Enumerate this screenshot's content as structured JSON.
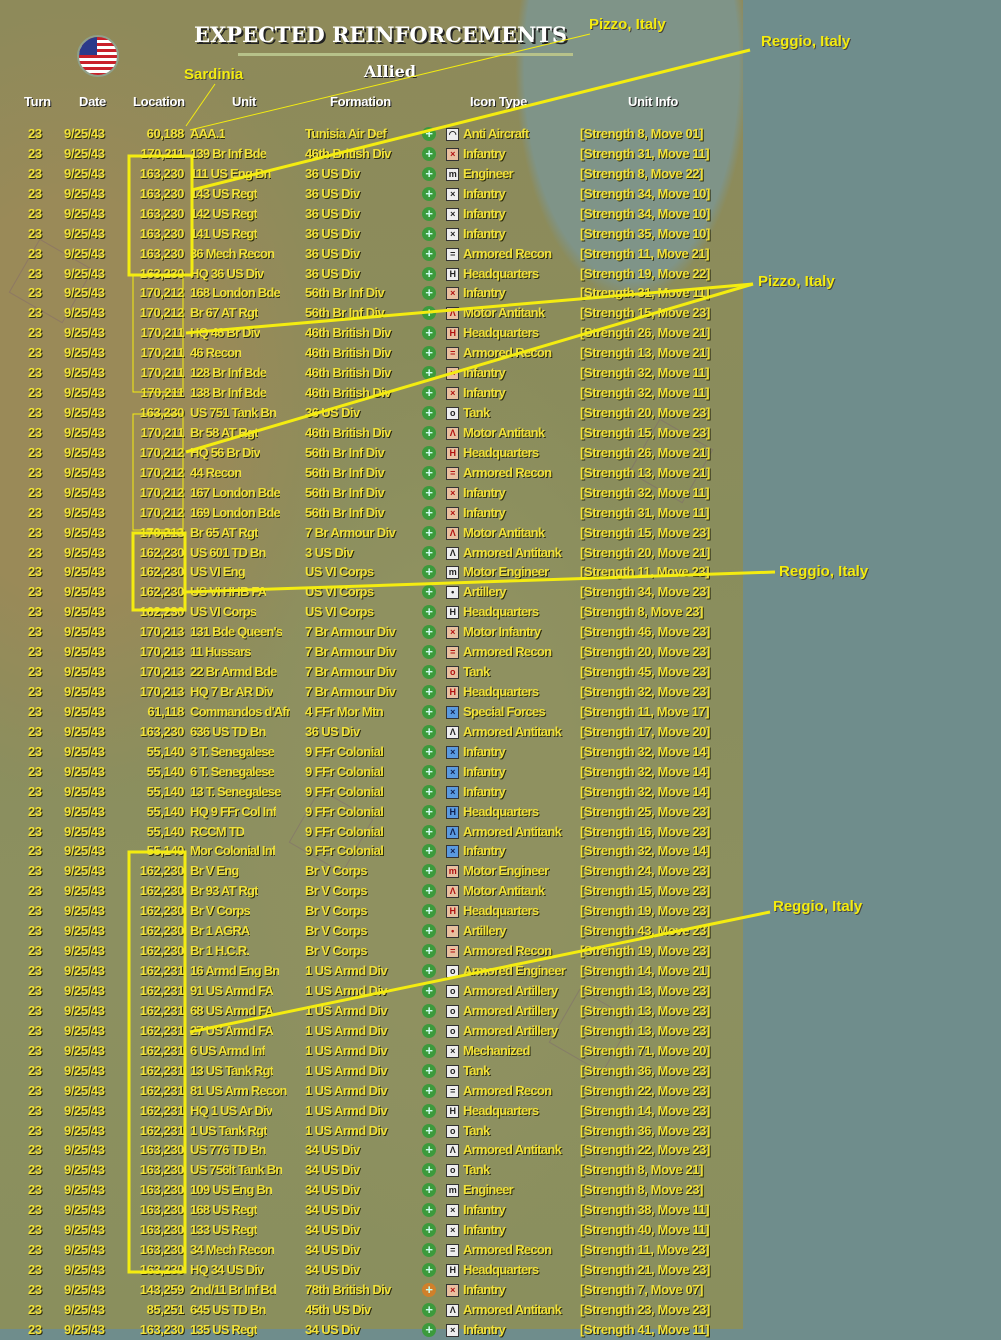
{
  "title": "EXPECTED REINFORCEMENTS",
  "side": "Allied",
  "flag_icon": "us-flag-icon",
  "colors": {
    "text": "#f2e23a",
    "annotation": "#f4ec10",
    "map": "#8c8e5c",
    "background": "#6f8d8c"
  },
  "headers": {
    "turn": "Turn",
    "date": "Date",
    "location": "Location",
    "unit": "Unit",
    "formation": "Formation",
    "icon_type": "Icon Type",
    "unit_info": "Unit Info"
  },
  "annotations": [
    "Pizzo, Italy",
    "Reggio, Italy",
    "Sardinia",
    "Pizzo, Italy",
    "Reggio, Italy",
    "Reggio, Italy"
  ],
  "rows": [
    [
      "23",
      "9/25/43",
      "60,188",
      "AAA.1",
      "Tunisia Air Def",
      "Anti Aircraft",
      "[Strength 8, Move 01]",
      "us"
    ],
    [
      "23",
      "9/25/43",
      "170,211",
      "139 Br Inf Bde",
      "46th British Div",
      "Infantry",
      "[Strength 31, Move 11]",
      "br"
    ],
    [
      "23",
      "9/25/43",
      "163,230",
      "111 US Eng Bn",
      "36 US Div",
      "Engineer",
      "[Strength 8, Move 22]",
      "us"
    ],
    [
      "23",
      "9/25/43",
      "163,230",
      "143 US Regt",
      "36 US Div",
      "Infantry",
      "[Strength 34, Move 10]",
      "us"
    ],
    [
      "23",
      "9/25/43",
      "163,230",
      "142 US Regt",
      "36 US Div",
      "Infantry",
      "[Strength 34, Move 10]",
      "us"
    ],
    [
      "23",
      "9/25/43",
      "163,230",
      "141 US Regt",
      "36 US Div",
      "Infantry",
      "[Strength 35, Move 10]",
      "us"
    ],
    [
      "23",
      "9/25/43",
      "163,230",
      "36 Mech Recon",
      "36 US Div",
      "Armored Recon",
      "[Strength 11, Move 21]",
      "us"
    ],
    [
      "23",
      "9/25/43",
      "163,230",
      "HQ 36 US Div",
      "36 US Div",
      "Headquarters",
      "[Strength 19, Move 22]",
      "us"
    ],
    [
      "23",
      "9/25/43",
      "170,212",
      "168 London Bde",
      "56th Br Inf Div",
      "Infantry",
      "[Strength 31, Move 11]",
      "br"
    ],
    [
      "23",
      "9/25/43",
      "170,212",
      "Br 67 AT Rgt",
      "56th Br Inf Div",
      "Motor Antitank",
      "[Strength 15, Move 23]",
      "br"
    ],
    [
      "23",
      "9/25/43",
      "170,211",
      "HQ 46 Br Div",
      "46th British Div",
      "Headquarters",
      "[Strength 26, Move 21]",
      "br"
    ],
    [
      "23",
      "9/25/43",
      "170,211",
      "46 Recon",
      "46th British Div",
      "Armored Recon",
      "[Strength 13, Move 21]",
      "br"
    ],
    [
      "23",
      "9/25/43",
      "170,211",
      "128 Br Inf Bde",
      "46th British Div",
      "Infantry",
      "[Strength 32, Move 11]",
      "br"
    ],
    [
      "23",
      "9/25/43",
      "170,211",
      "138 Br Inf Bde",
      "46th British Div",
      "Infantry",
      "[Strength 32, Move 11]",
      "br"
    ],
    [
      "23",
      "9/25/43",
      "163,230",
      "US 751 Tank Bn",
      "36 US Div",
      "Tank",
      "[Strength 20, Move 23]",
      "us"
    ],
    [
      "23",
      "9/25/43",
      "170,211",
      "Br 58 AT Rgt",
      "46th British Div",
      "Motor Antitank",
      "[Strength 15, Move 23]",
      "br"
    ],
    [
      "23",
      "9/25/43",
      "170,212",
      "HQ 56 Br Div",
      "56th Br Inf Div",
      "Headquarters",
      "[Strength 26, Move 21]",
      "br"
    ],
    [
      "23",
      "9/25/43",
      "170,212",
      "44 Recon",
      "56th Br Inf Div",
      "Armored Recon",
      "[Strength 13, Move 21]",
      "br"
    ],
    [
      "23",
      "9/25/43",
      "170,212",
      "167 London Bde",
      "56th Br Inf Div",
      "Infantry",
      "[Strength 32, Move 11]",
      "br"
    ],
    [
      "23",
      "9/25/43",
      "170,212",
      "169 London Bde",
      "56th Br Inf Div",
      "Infantry",
      "[Strength 31, Move 11]",
      "br"
    ],
    [
      "23",
      "9/25/43",
      "170,213",
      "Br 65 AT Rgt",
      "7 Br Armour Div",
      "Motor Antitank",
      "[Strength 15, Move 23]",
      "br"
    ],
    [
      "23",
      "9/25/43",
      "162,230",
      "US 601 TD Bn",
      "3 US Div",
      "Armored Antitank",
      "[Strength 20, Move 21]",
      "us"
    ],
    [
      "23",
      "9/25/43",
      "162,230",
      "US VI Eng",
      "US VI Corps",
      "Motor Engineer",
      "[Strength 11, Move 23]",
      "us"
    ],
    [
      "23",
      "9/25/43",
      "162,230",
      "US VI HHB FA",
      "US VI Corps",
      "Artillery",
      "[Strength 34, Move 23]",
      "us"
    ],
    [
      "23",
      "9/25/43",
      "162,230",
      "US VI Corps",
      "US VI Corps",
      "Headquarters",
      "[Strength 8, Move 23]",
      "us"
    ],
    [
      "23",
      "9/25/43",
      "170,213",
      "131 Bde Queen's",
      "7 Br Armour Div",
      "Motor Infantry",
      "[Strength 46, Move 23]",
      "br"
    ],
    [
      "23",
      "9/25/43",
      "170,213",
      "11 Hussars",
      "7 Br Armour Div",
      "Armored Recon",
      "[Strength 20, Move 23]",
      "br"
    ],
    [
      "23",
      "9/25/43",
      "170,213",
      "22 Br Armd Bde",
      "7 Br Armour Div",
      "Tank",
      "[Strength 45, Move 23]",
      "br"
    ],
    [
      "23",
      "9/25/43",
      "170,213",
      "HQ 7 Br AR Div",
      "7 Br Armour Div",
      "Headquarters",
      "[Strength 32, Move 23]",
      "br"
    ],
    [
      "23",
      "9/25/43",
      "61,118",
      "Commandos d'Afr",
      "4 FFr Mor Mtn",
      "Special Forces",
      "[Strength 11, Move 17]",
      "fr"
    ],
    [
      "23",
      "9/25/43",
      "163,230",
      "636 US TD Bn",
      "36 US Div",
      "Armored Antitank",
      "[Strength 17, Move 20]",
      "us"
    ],
    [
      "23",
      "9/25/43",
      "55,140",
      "3 T. Senegalese",
      "9 FFr Colonial",
      "Infantry",
      "[Strength 32, Move 14]",
      "fr"
    ],
    [
      "23",
      "9/25/43",
      "55,140",
      "6 T. Senegalese",
      "9 FFr Colonial",
      "Infantry",
      "[Strength 32, Move 14]",
      "fr"
    ],
    [
      "23",
      "9/25/43",
      "55,140",
      "13 T. Senegalese",
      "9 FFr Colonial",
      "Infantry",
      "[Strength 32, Move 14]",
      "fr"
    ],
    [
      "23",
      "9/25/43",
      "55,140",
      "HQ 9 FFr Col Inf",
      "9 FFr Colonial",
      "Headquarters",
      "[Strength 25, Move 23]",
      "fr"
    ],
    [
      "23",
      "9/25/43",
      "55,140",
      "RCCM TD",
      "9 FFr Colonial",
      "Armored Antitank",
      "[Strength 16, Move 23]",
      "fr"
    ],
    [
      "23",
      "9/25/43",
      "55,140",
      "Mor Colonial Inf",
      "9 FFr Colonial",
      "Infantry",
      "[Strength 32, Move 14]",
      "fr"
    ],
    [
      "23",
      "9/25/43",
      "162,230",
      "Br V Eng",
      "Br V Corps",
      "Motor Engineer",
      "[Strength 24, Move 23]",
      "br"
    ],
    [
      "23",
      "9/25/43",
      "162,230",
      "Br 93 AT Rgt",
      "Br V Corps",
      "Motor Antitank",
      "[Strength 15, Move 23]",
      "br"
    ],
    [
      "23",
      "9/25/43",
      "162,230",
      "Br V Corps",
      "Br V Corps",
      "Headquarters",
      "[Strength 19, Move 23]",
      "br"
    ],
    [
      "23",
      "9/25/43",
      "162,230",
      "Br 1 AGRA",
      "Br V Corps",
      "Artillery",
      "[Strength 43, Move 23]",
      "br"
    ],
    [
      "23",
      "9/25/43",
      "162,230",
      "Br 1 H.C.R.",
      "Br V Corps",
      "Armored Recon",
      "[Strength 19, Move 23]",
      "br"
    ],
    [
      "23",
      "9/25/43",
      "162,231",
      "16 Armd Eng Bn",
      "1 US Armd Div",
      "Armored Engineer",
      "[Strength 14, Move 21]",
      "us"
    ],
    [
      "23",
      "9/25/43",
      "162,231",
      "91 US Armd FA",
      "1 US Armd Div",
      "Armored Artillery",
      "[Strength 13, Move 23]",
      "us"
    ],
    [
      "23",
      "9/25/43",
      "162,231",
      "68 US Armd FA",
      "1 US Armd Div",
      "Armored Artillery",
      "[Strength 13, Move 23]",
      "us"
    ],
    [
      "23",
      "9/25/43",
      "162,231",
      "27 US Armd FA",
      "1 US Armd Div",
      "Armored Artillery",
      "[Strength 13, Move 23]",
      "us"
    ],
    [
      "23",
      "9/25/43",
      "162,231",
      "6 US Armd Inf",
      "1 US Armd Div",
      "Mechanized",
      "[Strength 71, Move 20]",
      "us"
    ],
    [
      "23",
      "9/25/43",
      "162,231",
      "13 US Tank Rgt",
      "1 US Armd Div",
      "Tank",
      "[Strength 36, Move 23]",
      "us"
    ],
    [
      "23",
      "9/25/43",
      "162,231",
      "81 US Arm Recon",
      "1 US Armd Div",
      "Armored Recon",
      "[Strength 22, Move 23]",
      "us"
    ],
    [
      "23",
      "9/25/43",
      "162,231",
      "HQ 1 US Ar Div",
      "1 US Armd Div",
      "Headquarters",
      "[Strength 14, Move 23]",
      "us"
    ],
    [
      "23",
      "9/25/43",
      "162,231",
      "1 US Tank Rgt",
      "1 US Armd Div",
      "Tank",
      "[Strength 36, Move 23]",
      "us"
    ],
    [
      "23",
      "9/25/43",
      "163,230",
      "US 776 TD Bn",
      "34 US Div",
      "Armored Antitank",
      "[Strength 22, Move 23]",
      "us"
    ],
    [
      "23",
      "9/25/43",
      "163,230",
      "US 756lt Tank Bn",
      "34 US Div",
      "Tank",
      "[Strength 8, Move 21]",
      "us"
    ],
    [
      "23",
      "9/25/43",
      "163,230",
      "109 US Eng Bn",
      "34 US Div",
      "Engineer",
      "[Strength 8, Move 23]",
      "us"
    ],
    [
      "23",
      "9/25/43",
      "163,230",
      "168 US Regt",
      "34 US Div",
      "Infantry",
      "[Strength 38, Move 11]",
      "us"
    ],
    [
      "23",
      "9/25/43",
      "163,230",
      "133 US Regt",
      "34 US Div",
      "Infantry",
      "[Strength 40, Move 11]",
      "us"
    ],
    [
      "23",
      "9/25/43",
      "163,230",
      "34 Mech Recon",
      "34 US Div",
      "Armored Recon",
      "[Strength 11, Move 23]",
      "us"
    ],
    [
      "23",
      "9/25/43",
      "163,230",
      "HQ 34 US Div",
      "34 US Div",
      "Headquarters",
      "[Strength 21, Move 23]",
      "us"
    ],
    [
      "23",
      "9/25/43",
      "143,259",
      "2nd/11 Br Inf Bd",
      "78th British Div",
      "Infantry",
      "[Strength 7, Move 07]",
      "br"
    ],
    [
      "23",
      "9/25/43",
      "85,251",
      "645 US TD Bn",
      "45th US Div",
      "Armored Antitank",
      "[Strength 23, Move 23]",
      "us"
    ],
    [
      "23",
      "9/25/43",
      "163,230",
      "135 US Regt",
      "34 US Div",
      "Infantry",
      "[Strength 41, Move 11]",
      "us"
    ]
  ]
}
